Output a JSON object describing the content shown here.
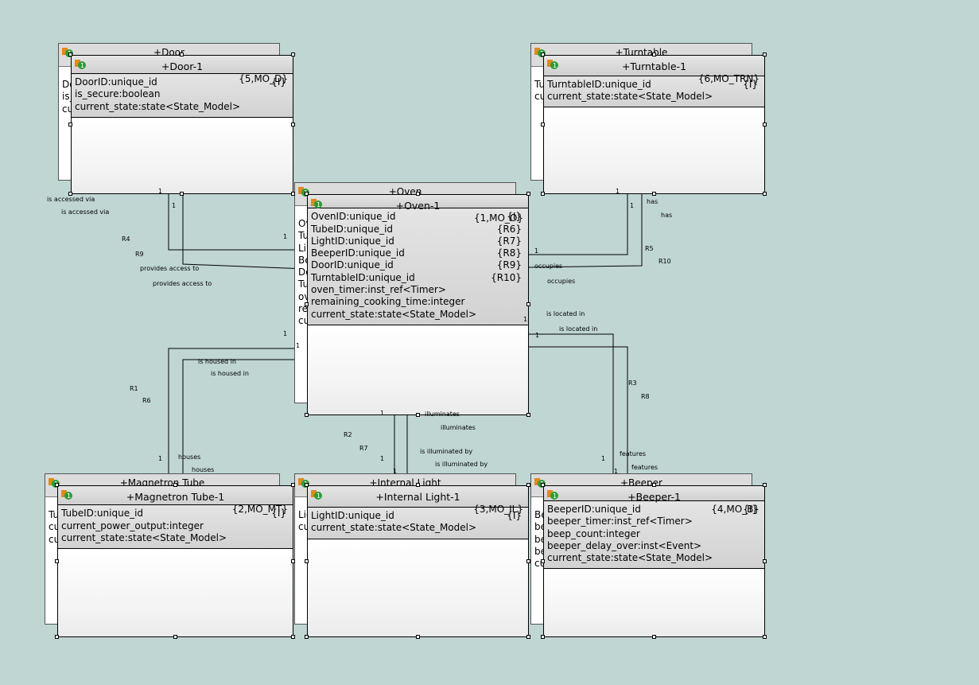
{
  "classes": {
    "door": {
      "shadow": "+Door",
      "shadow_attrs": [
        "Do",
        "is_",
        "cu"
      ],
      "title": "+Door-1",
      "keys": "{5,MO_D}",
      "attrs": [
        [
          "DoorID:unique_id",
          "{I}"
        ],
        [
          "is_secure:boolean",
          ""
        ],
        [
          "current_state:state<State_Model>",
          ""
        ]
      ]
    },
    "turntable": {
      "shadow": "+Turntable",
      "shadow_attrs": [
        "Tu",
        "cu"
      ],
      "title": "+Turntable-1",
      "keys": "{6,MO_TRN}",
      "attrs": [
        [
          "TurntableID:unique_id",
          "{I}"
        ],
        [
          "current_state:state<State_Model>",
          ""
        ]
      ]
    },
    "oven": {
      "shadow": "+Oven",
      "shadow_attrs": [
        "Ov",
        "Tu",
        "Li",
        "Be",
        "Do",
        "Tu",
        "ov",
        "re",
        "cu"
      ],
      "title": "+Oven-1",
      "keys": "{1,MO_O}",
      "attrs": [
        [
          "OvenID:unique_id",
          "{I}"
        ],
        [
          "TubeID:unique_id",
          "{R6}"
        ],
        [
          "LightID:unique_id",
          "{R7}"
        ],
        [
          "BeeperID:unique_id",
          "{R8}"
        ],
        [
          "DoorID:unique_id",
          "{R9}"
        ],
        [
          "TurntableID:unique_id",
          "{R10}"
        ],
        [
          "oven_timer:inst_ref<Timer>",
          ""
        ],
        [
          "remaining_cooking_time:integer",
          ""
        ],
        [
          "current_state:state<State_Model>",
          ""
        ]
      ]
    },
    "tube": {
      "shadow": "+Magnetron Tube",
      "shadow_attrs": [
        "Tu",
        "cu",
        "cu"
      ],
      "title": "+Magnetron Tube-1",
      "keys": "{2,MO_MT}",
      "attrs": [
        [
          "TubeID:unique_id",
          "{I}"
        ],
        [
          "current_power_output:integer",
          ""
        ],
        [
          "current_state:state<State_Model>",
          ""
        ]
      ]
    },
    "light": {
      "shadow": "+Internal Light",
      "shadow_attrs": [
        "Lig",
        "cu"
      ],
      "title": "+Internal Light-1",
      "keys": "{3,MO_IL}",
      "attrs": [
        [
          "LightID:unique_id",
          "{I}"
        ],
        [
          "current_state:state<State_Model>",
          ""
        ]
      ]
    },
    "beeper": {
      "shadow": "+Beeper",
      "shadow_attrs": [
        "Be",
        "be",
        "be",
        "be",
        "cu"
      ],
      "title": "+Beeper-1",
      "keys": "{4,MO_B}",
      "attrs": [
        [
          "BeeperID:unique_id",
          "{I}"
        ],
        [
          "beeper_timer:inst_ref<Timer>",
          ""
        ],
        [
          "beep_count:integer",
          ""
        ],
        [
          "beeper_delay_over:inst<Event>",
          ""
        ],
        [
          "current_state:state<State_Model>",
          ""
        ]
      ]
    }
  },
  "labels": {
    "door_a": "is accessed via",
    "door_b": "is accessed via",
    "r4": "R4",
    "r9": "R9",
    "door_c": "provides access to",
    "door_d": "provides access to",
    "tt_a": "has",
    "tt_b": "has",
    "r5": "R5",
    "r10": "R10",
    "tt_c": "occupies",
    "tt_d": "occupies",
    "tb_a": "is housed in",
    "tb_b": "is housed in",
    "r1": "R1",
    "r6": "R6",
    "tb_c": "houses",
    "tb_d": "houses",
    "lt_a": "illuminates",
    "lt_b": "illuminates",
    "r2": "R2",
    "r7": "R7",
    "lt_c": "is illuminated by",
    "lt_d": "is illuminated by",
    "bp_a": "is located in",
    "bp_b": "is located in",
    "r3": "R3",
    "r8": "R8",
    "bp_c": "features",
    "bp_d": "features",
    "one": "1"
  },
  "colors": {
    "background": "#bfd6d3",
    "icon_green": "#2e9b3a",
    "icon_orange": "#e08a1a"
  }
}
